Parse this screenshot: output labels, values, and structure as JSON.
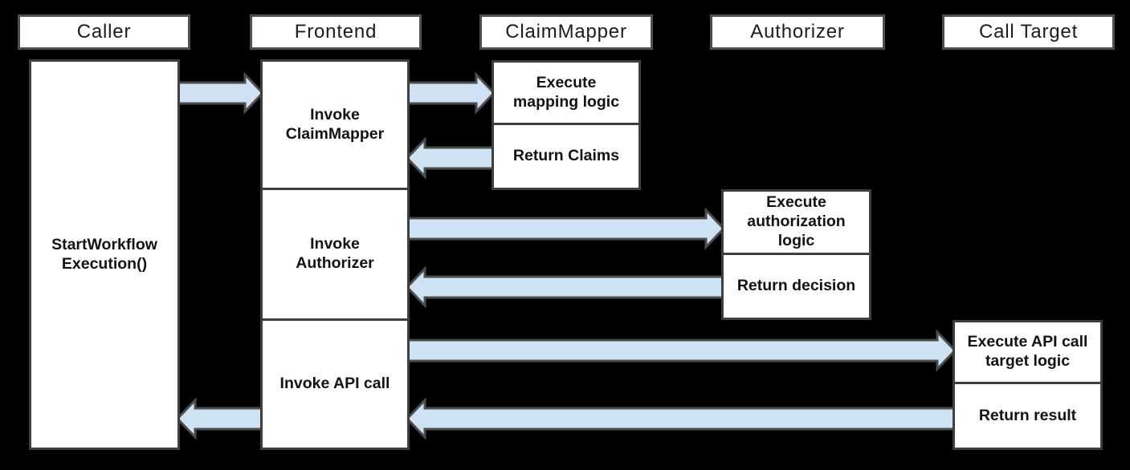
{
  "diagram_type": "sequence",
  "palette": {
    "background": "#000000",
    "box_fill": "#ffffff",
    "box_border": "#3f3f3f",
    "header_border": "#4f4f4f",
    "arrow_fill": "#cfe2f3",
    "arrow_stroke": "#4d4d4d",
    "text": "#131313"
  },
  "lifelines": [
    {
      "title": "Caller"
    },
    {
      "title": "Frontend"
    },
    {
      "title": "ClaimMapper"
    },
    {
      "title": "Authorizer"
    },
    {
      "title": "Call Target"
    }
  ],
  "activations": {
    "caller": {
      "label": "StartWorkflow\nExecution()"
    },
    "frontend": [
      {
        "label": "Invoke\nClaimMapper"
      },
      {
        "label": "Invoke\nAuthorizer"
      },
      {
        "label": "Invoke API call"
      }
    ],
    "claimmapper": [
      {
        "label": "Execute\nmapping logic"
      },
      {
        "label": "Return Claims"
      }
    ],
    "authorizer": [
      {
        "label": "Execute\nauthorization\nlogic"
      },
      {
        "label": "Return decision"
      }
    ],
    "call_target": [
      {
        "label": "Execute API call\ntarget logic"
      },
      {
        "label": "Return result"
      }
    ]
  },
  "flows": [
    {
      "from": "Caller",
      "to": "Frontend"
    },
    {
      "from": "Frontend",
      "to": "ClaimMapper"
    },
    {
      "from": "ClaimMapper",
      "to": "Frontend"
    },
    {
      "from": "Frontend",
      "to": "Authorizer"
    },
    {
      "from": "Authorizer",
      "to": "Frontend"
    },
    {
      "from": "Frontend",
      "to": "Call Target"
    },
    {
      "from": "Call Target",
      "to": "Frontend"
    },
    {
      "from": "Frontend",
      "to": "Caller"
    }
  ]
}
